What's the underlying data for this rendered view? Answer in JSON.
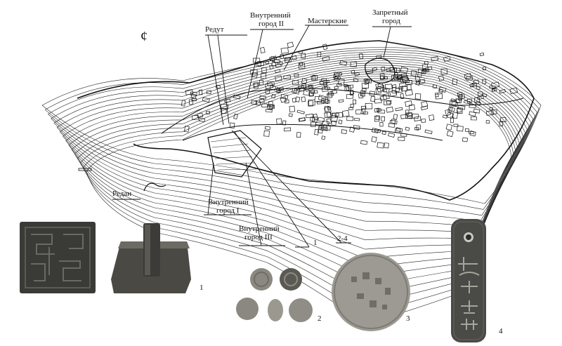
{
  "map": {
    "north_symbol": "¢",
    "labels": {
      "inner_city_2_line1": "Внутренний",
      "inner_city_2_line2": "город II",
      "workshops": "Мастерские",
      "forbidden_city_line1": "Запретный",
      "forbidden_city_line2": "город",
      "redoubt": "Редут",
      "redan": "Редан",
      "inner_city_1_line1": "Внутренний",
      "inner_city_1_line2": "город I",
      "inner_city_3_line1": "Внутренний",
      "inner_city_3_line2": "город III",
      "callout_1": "1",
      "callout_2_4": "2-4"
    }
  },
  "panels": {
    "fig1": "1",
    "fig2": "2",
    "fig3": "3",
    "fig4": "4"
  },
  "colors": {
    "ink": "#111111",
    "seal_dark": "#3a3a36",
    "seal_mid": "#5c5b55",
    "coin": "#8a8880",
    "token": "#4a4a46"
  }
}
